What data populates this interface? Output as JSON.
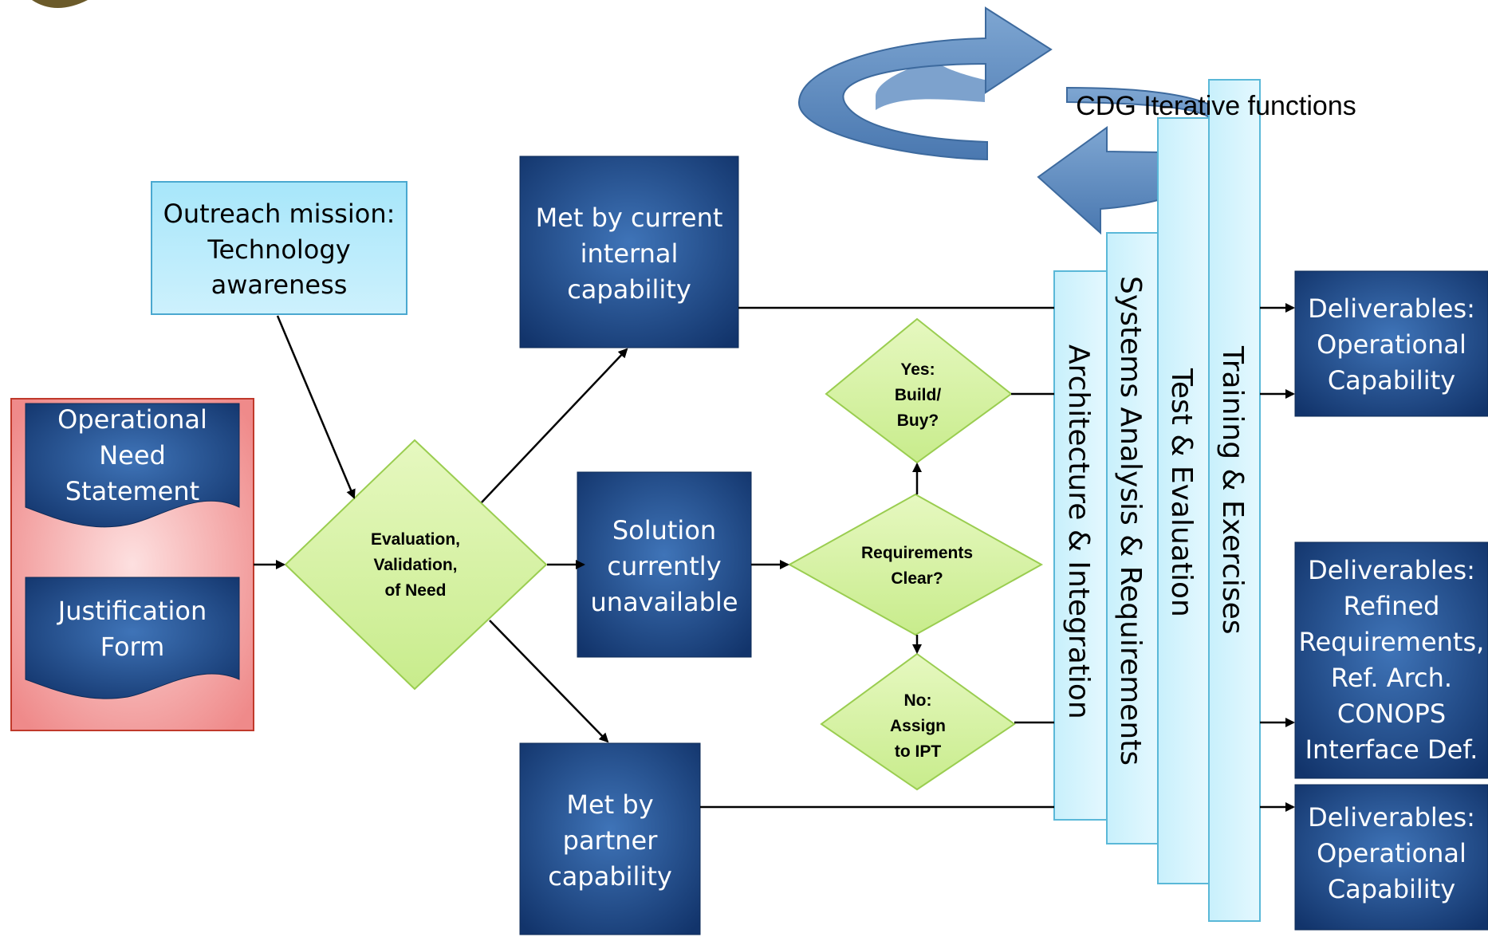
{
  "outreach": {
    "lines": [
      "Outreach mission:",
      "Technology",
      "awareness"
    ]
  },
  "inputs": {
    "operational_need": [
      "Operational",
      "Need",
      "Statement"
    ],
    "justification_form": [
      "Justification",
      "Form"
    ]
  },
  "evaluation": [
    "Evaluation,",
    "Validation,",
    "of Need"
  ],
  "met_internal": [
    "Met by current",
    "internal",
    "capability"
  ],
  "solution_unavailable": [
    "Solution",
    "currently",
    "unavailable"
  ],
  "met_partner": [
    "Met by",
    "partner",
    "capability"
  ],
  "requirements_clear": [
    "Requirements",
    "Clear?"
  ],
  "yes_build": [
    "Yes:",
    "Build/",
    "Buy?"
  ],
  "no_assign": [
    "No:",
    "Assign",
    "to IPT"
  ],
  "functions": {
    "architecture": "Architecture & Integration",
    "systems": "Systems Analysis & Requirements",
    "test": "Test & Evaluation",
    "training": "Training & Exercises"
  },
  "cycle_label": "CDG Iterative functions",
  "deliverables": {
    "top": [
      "Deliverables:",
      "Operational",
      "Capability"
    ],
    "refined": [
      "Deliverables:",
      "Refined",
      "Requirements,",
      "Ref. Arch.",
      "CONOPS",
      "Interface Def."
    ],
    "bottom": [
      "Deliverables:",
      "Operational",
      "Capability"
    ]
  },
  "colors": {
    "blue_box": "#1f4e8c",
    "light_blue": "#b8e8f8",
    "diamond": "#d4f0a0",
    "input_panel": "#f08080",
    "cycle_arrow": "#4f7fb5"
  }
}
